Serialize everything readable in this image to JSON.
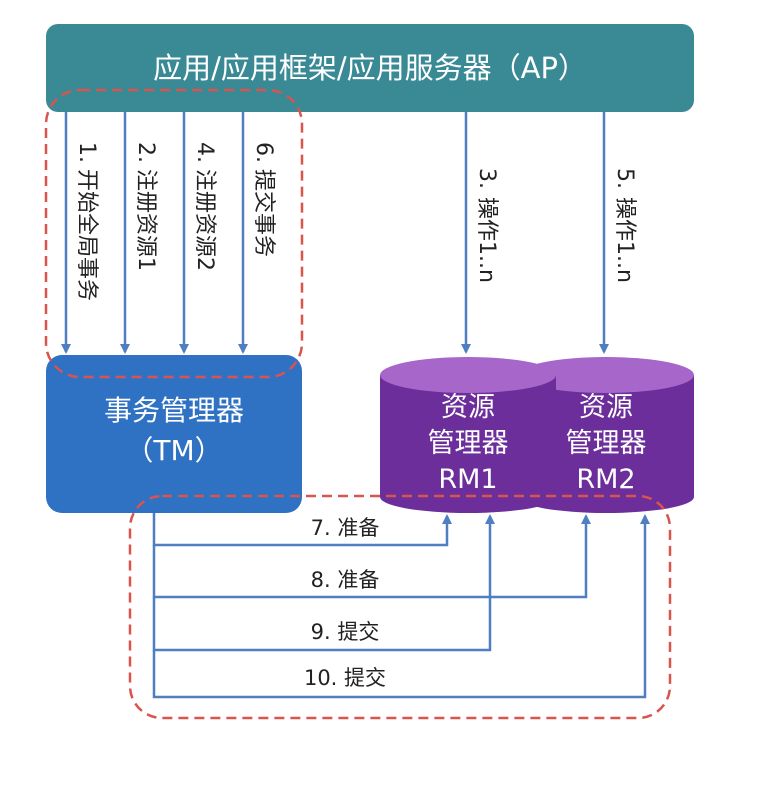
{
  "ap": {
    "label": "应用/应用框架/应用服务器（AP）"
  },
  "tm": {
    "line1": "事务管理器",
    "line2": "（TM）"
  },
  "rm1": {
    "line1": "资源",
    "line2": "管理器",
    "line3": "RM1"
  },
  "rm2": {
    "line1": "资源",
    "line2": "管理器",
    "line3": "RM2"
  },
  "ap_to_tm": [
    {
      "num": "1.",
      "text": "开始全局事务"
    },
    {
      "num": "2.",
      "text": "注册资源1"
    },
    {
      "num": "4.",
      "text": "注册资源2"
    },
    {
      "num": "6.",
      "text": "提交事务"
    }
  ],
  "ap_to_rm": [
    {
      "num": "3.",
      "text": "操作1..n"
    },
    {
      "num": "5.",
      "text": "操作1..n"
    }
  ],
  "tm_to_rm": [
    {
      "label": "7. 准备"
    },
    {
      "label": "8. 准备"
    },
    {
      "label": "9. 提交"
    },
    {
      "label": "10. 提交"
    }
  ],
  "colors": {
    "ap_bar": "#3a8a96",
    "tm_box": "#2f72c4",
    "rm_body": "#6b2e9a",
    "rm_top": "#a766c9",
    "arrow": "#4f7fc0",
    "dashed_outline": "#d9534f"
  }
}
